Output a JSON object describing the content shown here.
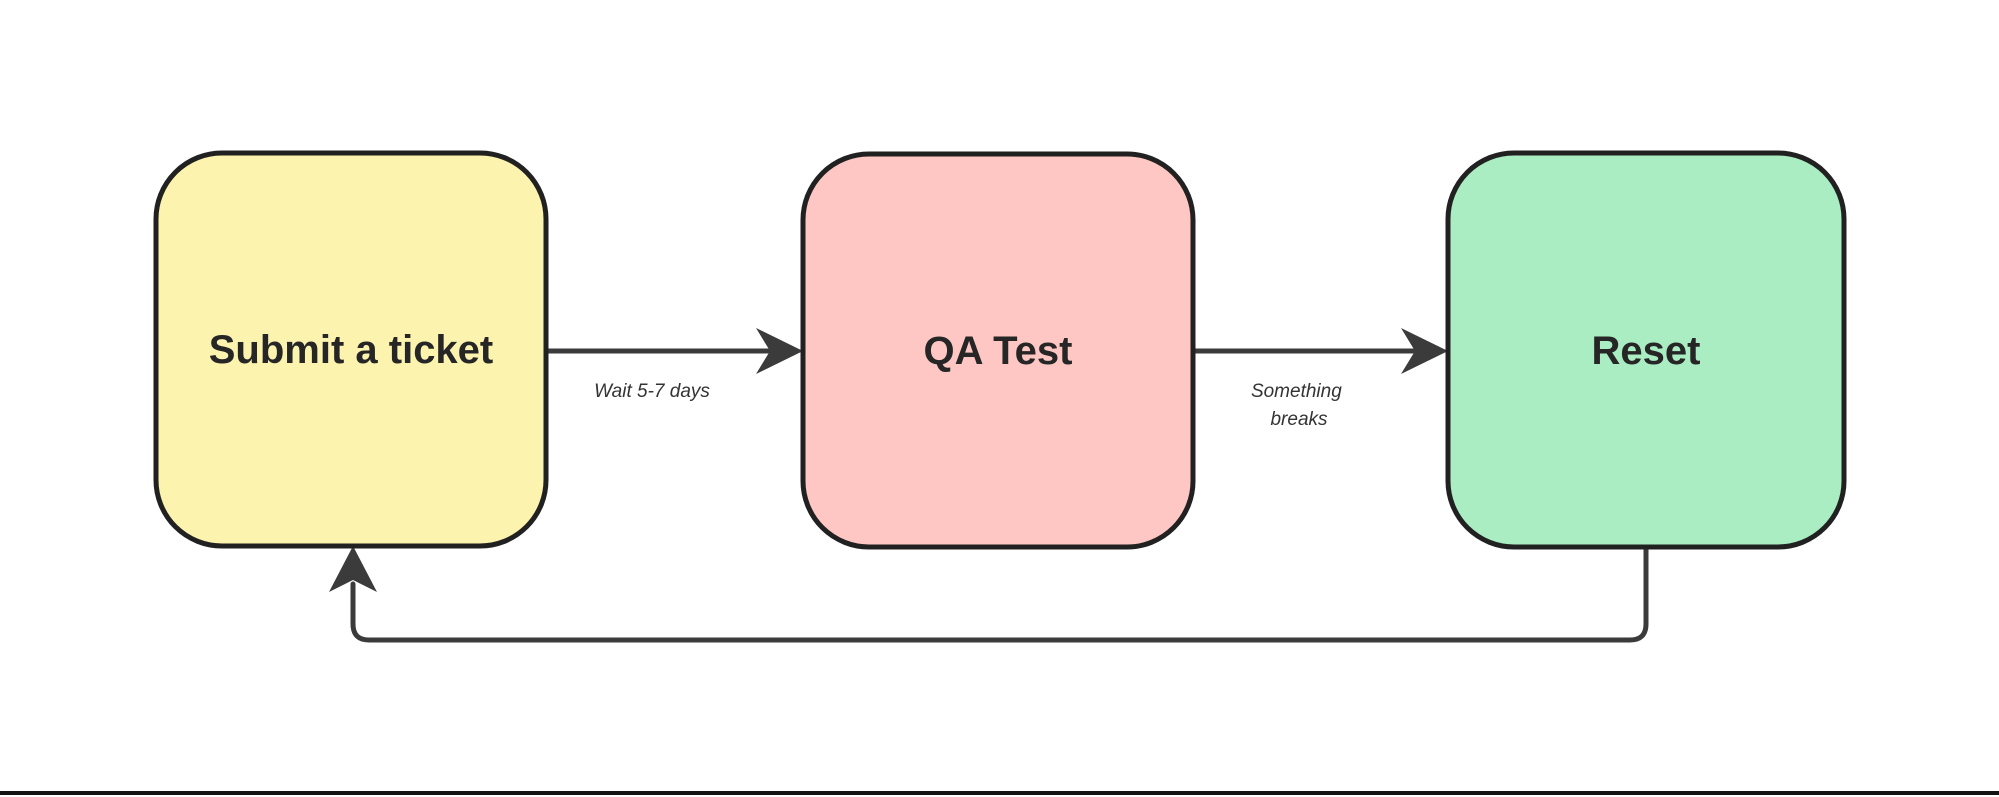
{
  "diagram": {
    "background_color": "#ffffff",
    "node_border_color": "#212121",
    "node_label_color": "#262626",
    "arrow_color": "#3b3b3b",
    "edge_label_color": "#333333",
    "bottom_edge_color": "#141414",
    "nodes": [
      {
        "id": "submit-a-ticket",
        "label": "Submit a ticket",
        "fill": "#fcf3ae"
      },
      {
        "id": "qa-test",
        "label": "QA Test",
        "fill": "#fec7c3"
      },
      {
        "id": "reset",
        "label": "Reset",
        "fill": "#aaedc3"
      }
    ],
    "edges": [
      {
        "from": "submit-a-ticket",
        "to": "qa-test",
        "label": "Wait 5-7 days"
      },
      {
        "from": "qa-test",
        "to": "reset",
        "label_lines": [
          "Something",
          "breaks"
        ]
      },
      {
        "from": "reset",
        "to": "submit-a-ticket"
      }
    ]
  }
}
